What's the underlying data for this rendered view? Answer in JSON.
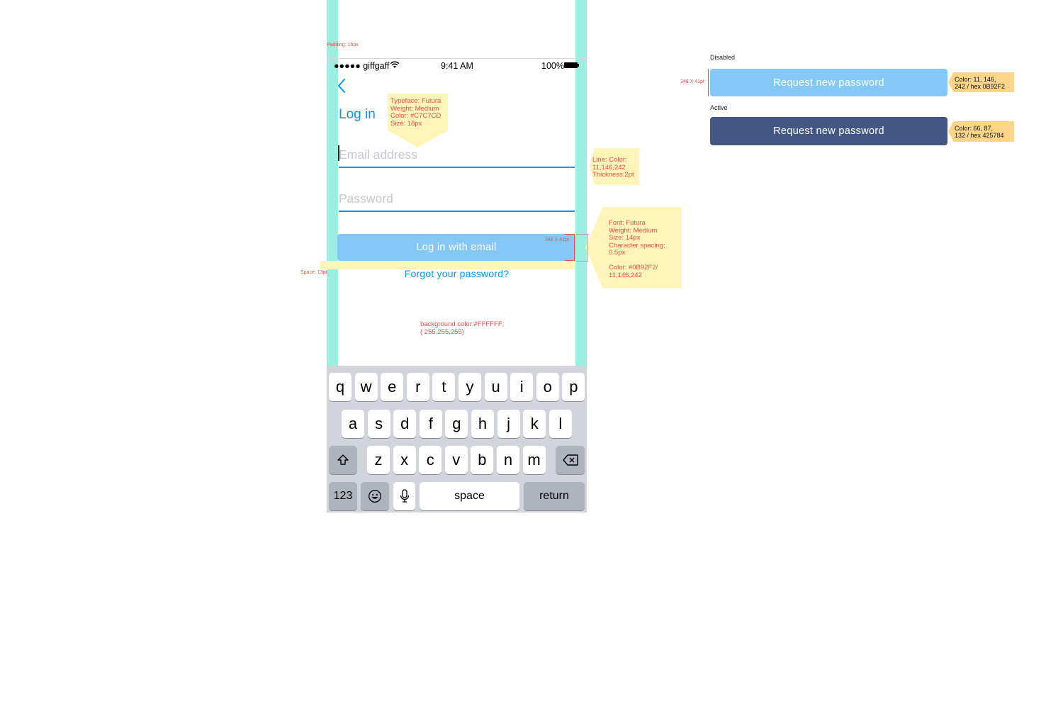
{
  "status_bar": {
    "carrier": "●●●●● giffgaff",
    "time": "9:41 AM",
    "battery": "100%"
  },
  "screen": {
    "title": "Log in",
    "email_placeholder": "Email address",
    "password_placeholder": "Password",
    "login_button": "Log in with email",
    "forgot_link": "Forgot your password?"
  },
  "keyboard": {
    "row1": [
      "q",
      "w",
      "e",
      "r",
      "t",
      "y",
      "u",
      "i",
      "o",
      "p"
    ],
    "row2": [
      "a",
      "s",
      "d",
      "f",
      "g",
      "h",
      "j",
      "k",
      "l"
    ],
    "row3": [
      "z",
      "x",
      "c",
      "v",
      "b",
      "n",
      "m"
    ],
    "numbers_key": "123",
    "space_key": "space",
    "return_key": "return"
  },
  "annotations": {
    "padding": "Padding: 16px",
    "typeface": "Typeface: Futura\nWeight: Medium\nColor: #C7C7CD\nSize: 18px",
    "line": "Line: Color:\n11,146,242\nThickness:2pt",
    "font": "Font: Futura\nWeight: Medium\nSize: 14px\nCharacter spacing:\n0.5px\n\nColor: #0B92F2/\n11,146,242",
    "button_size": "348 X 41pt",
    "space": "Space: 13pt",
    "background": "background color:#FFFFFF;\n( 255,255,255)",
    "side_size": "348 X 41pt"
  },
  "states": {
    "disabled_label": "Disabled",
    "active_label": "Active",
    "disabled_button": "Request new password",
    "active_button": "Request new password",
    "disabled_color": "Color: 11, 146,\n242 / hex 0B92F2",
    "active_color": "Color: 66, 87,\n132 / hex 425784"
  },
  "colors": {
    "accent": "#0b92f2",
    "button_disabled": "#83c8f7",
    "button_active": "#425784",
    "padding_guide": "#9ceee0",
    "placeholder": "#c7c7cd"
  }
}
